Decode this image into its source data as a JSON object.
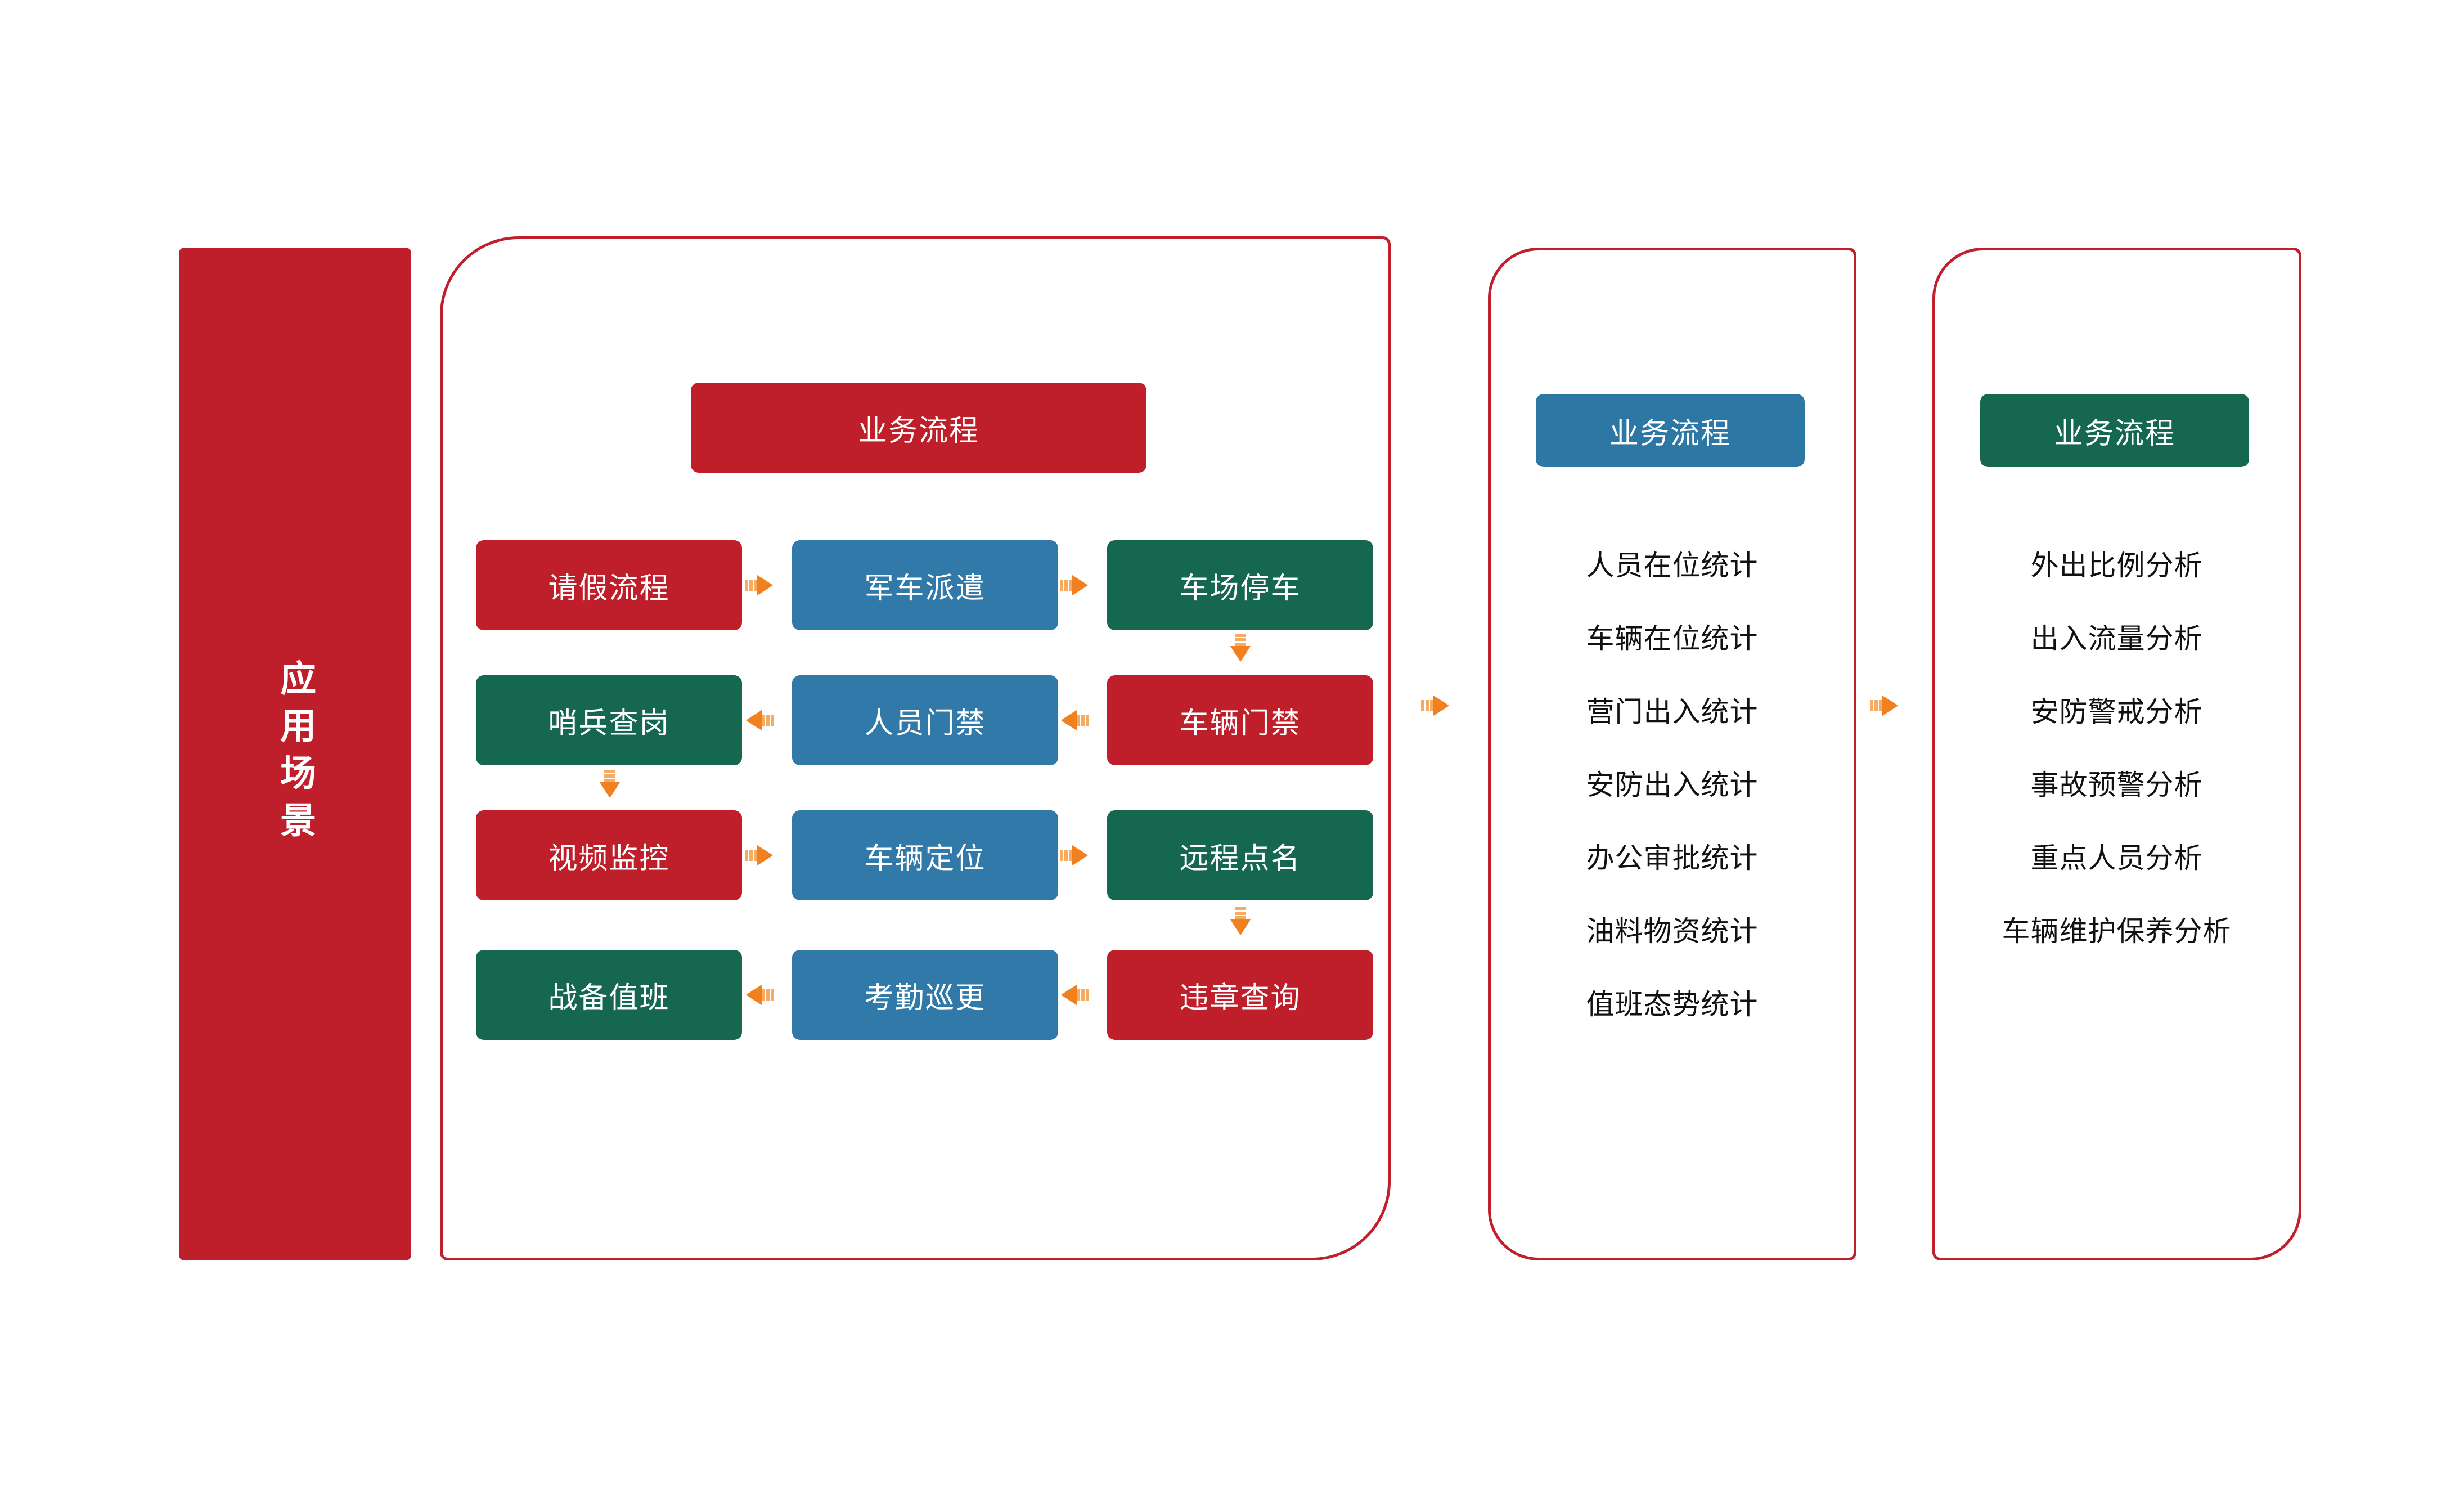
{
  "colors": {
    "red": "#bf1e2b",
    "blue": "#3179a8",
    "green": "#16674f",
    "orange": "#f08020",
    "panel_border": "#c0202c",
    "text_dark": "#111111",
    "text_light": "#ffffff",
    "background": "#ffffff"
  },
  "banner": {
    "label": "应用场景"
  },
  "flow_panel": {
    "header": "业务流程",
    "rows": [
      {
        "direction": "right",
        "boxes": [
          {
            "label": "请假流程",
            "color": "red"
          },
          {
            "label": "军车派遣",
            "color": "blue"
          },
          {
            "label": "车场停车",
            "color": "green"
          }
        ]
      },
      {
        "direction": "left",
        "boxes": [
          {
            "label": "哨兵查岗",
            "color": "green"
          },
          {
            "label": "人员门禁",
            "color": "blue"
          },
          {
            "label": "车辆门禁",
            "color": "red"
          }
        ]
      },
      {
        "direction": "right",
        "boxes": [
          {
            "label": "视频监控",
            "color": "red"
          },
          {
            "label": "车辆定位",
            "color": "blue"
          },
          {
            "label": "远程点名",
            "color": "green"
          }
        ]
      },
      {
        "direction": "left",
        "boxes": [
          {
            "label": "战备值班",
            "color": "green"
          },
          {
            "label": "考勤巡更",
            "color": "blue"
          },
          {
            "label": "违章查询",
            "color": "red"
          }
        ]
      }
    ]
  },
  "stats_panel": {
    "header": "业务流程",
    "header_color": "blue",
    "items": [
      "人员在位统计",
      "车辆在位统计",
      "营门出入统计",
      "安防出入统计",
      "办公审批统计",
      "油料物资统计",
      "值班态势统计"
    ]
  },
  "analysis_panel": {
    "header": "业务流程",
    "header_color": "green",
    "items": [
      "外出比例分析",
      "出入流量分析",
      "安防警戒分析",
      "事故预警分析",
      "重点人员分析",
      "车辆维护保养分析"
    ]
  },
  "arrows": {
    "flow_to_stats": "arrow-right",
    "stats_to_analysis": "arrow-right",
    "row_right": "arrow-right",
    "row_left": "arrow-left",
    "column_down": "arrow-down"
  }
}
